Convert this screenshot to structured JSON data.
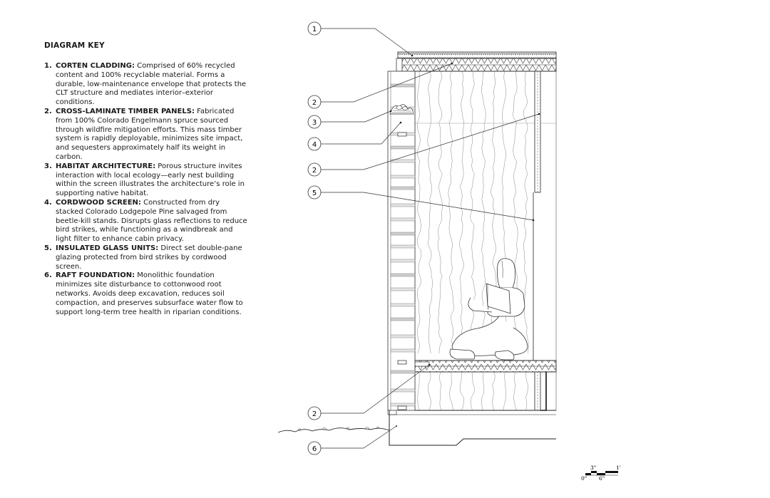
{
  "key": {
    "title": "DIAGRAM KEY",
    "items": [
      {
        "num": "1.",
        "term": "CORTEN CLADDING:",
        "desc": "Comprised of 60% recycled content and 100% recyclable material. Forms a durable, low-maintenance envelope that protects the CLT structure and mediates interior–exterior conditions."
      },
      {
        "num": "2.",
        "term": "CROSS-LAMINATE TIMBER PANELS:",
        "desc": "Fabricated from 100% Colorado Engelmann spruce sourced through wildfire mitigation efforts. This mass timber system is rapidly deployable, minimizes site impact, and sequesters approximately half its weight in carbon."
      },
      {
        "num": "3.",
        "term": "HABITAT ARCHITECTURE:",
        "desc": "Porous structure invites interaction with local ecology—early nest building within the screen illustrates the architecture’s role in supporting native habitat."
      },
      {
        "num": "4.",
        "term": "CORDWOOD SCREEN:",
        "desc": "Constructed from dry stacked Colorado Lodgepole Pine salvaged from beetle-kill stands. Disrupts glass reflections to reduce bird strikes, while functioning as a windbreak and light filter to enhance cabin privacy."
      },
      {
        "num": "5.",
        "term": "INSULATED GLASS UNITS:",
        "desc": "Direct set double-pane glazing protected from bird strikes by cordwood screen."
      },
      {
        "num": "6.",
        "term": "RAFT FOUNDATION:",
        "desc": "Monolithic foundation minimizes site disturbance to cottonwood root networks. Avoids deep excavation, reduces soil compaction, and preserves subsurface water flow to support long-term tree health in riparian conditions."
      }
    ]
  },
  "callouts": [
    "1",
    "2",
    "3",
    "4",
    "2",
    "5",
    "2",
    "6"
  ],
  "scale": {
    "top_left": "3\"",
    "top_right": "1'",
    "bottom_left": "0\"",
    "bottom_mid": "6\""
  }
}
